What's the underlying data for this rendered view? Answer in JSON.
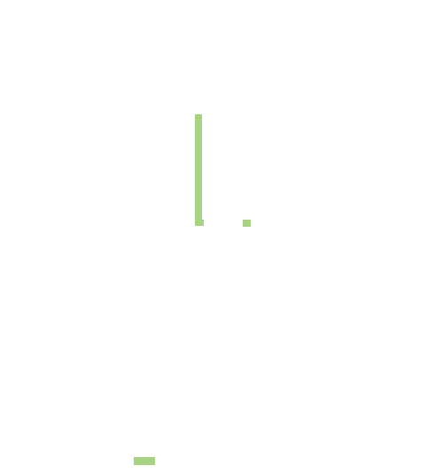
{
  "colors": {
    "background": "#ffffff",
    "mark": "#a6d483"
  },
  "marks": [
    {
      "name": "vertical-bar-mark"
    },
    {
      "name": "vertical-bar-foot-mark"
    },
    {
      "name": "square-dot-mark"
    },
    {
      "name": "horizontal-dash-mark"
    }
  ]
}
